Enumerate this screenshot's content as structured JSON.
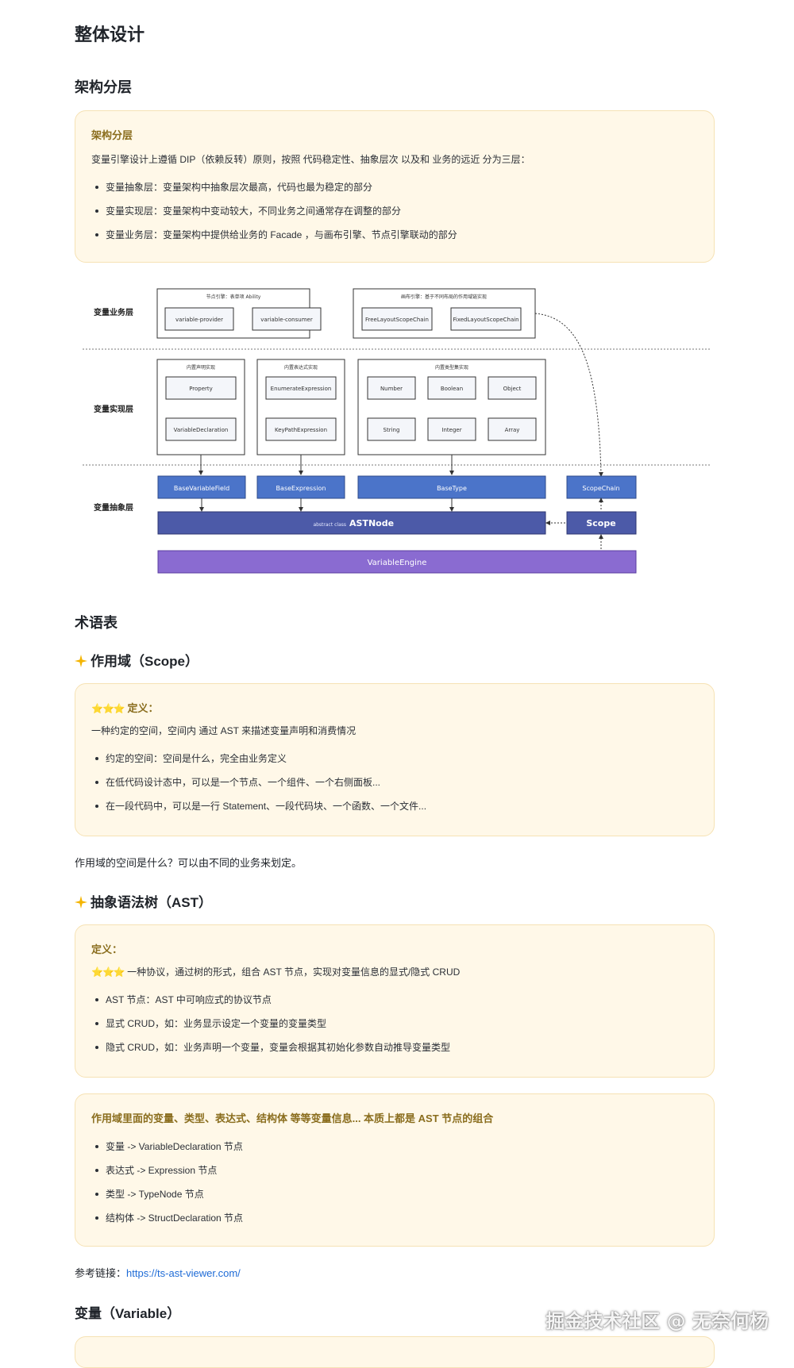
{
  "title": "整体设计",
  "arch": {
    "heading": "架构分层",
    "callout_title": "架构分层",
    "intro": "变量引擎设计上遵循 DIP（依赖反转）原则，按照 代码稳定性、抽象层次 以及和 业务的远近 分为三层：",
    "items": [
      "变量抽象层：变量架构中抽象层次最高，代码也最为稳定的部分",
      "变量实现层：变量架构中变动较大，不同业务之间通常存在调整的部分",
      "变量业务层：变量架构中提供给业务的 Facade ，与画布引擎、节点引擎联动的部分"
    ]
  },
  "diagram": {
    "layers": [
      "变量业务层",
      "变量实现层",
      "变量抽象层"
    ],
    "business": {
      "node_group_title": "节点引擎：表单项 Ability",
      "node_items": [
        "variable-provider",
        "variable-consumer"
      ],
      "canvas_group_title": "画布引擎：基于不同布局的作用域链实现",
      "canvas_items": [
        "FreeLayoutScopeChain",
        "FixedLayoutScopeChain"
      ]
    },
    "impl": {
      "decl_title": "内置声明实现",
      "decl_items": [
        "Property",
        "VariableDeclaration"
      ],
      "expr_title": "内置表达式实现",
      "expr_items": [
        "EnumerateExpression",
        "KeyPathExpression"
      ],
      "type_title": "内置类型集实现",
      "type_items": [
        "Number",
        "Boolean",
        "Object",
        "String",
        "Integer",
        "Array"
      ]
    },
    "abstract": {
      "bases": [
        "BaseVariableField",
        "BaseExpression",
        "BaseType",
        "ScopeChain"
      ],
      "astnode_prefix": "abstract class",
      "astnode": "ASTNode",
      "scope": "Scope",
      "engine": "VariableEngine"
    },
    "colors": {
      "base_blue": "#4b74c9",
      "astnode": "#4c5aa8",
      "engine": "#8a6bd1"
    }
  },
  "glossary": {
    "heading": "术语表",
    "scope": {
      "heading": "作用域（Scope）",
      "callout_title": "定义：",
      "stars": "⭐⭐⭐",
      "intro": "一种约定的空间，空间内 通过 AST 来描述变量声明和消费情况",
      "items": [
        "约定的空间：空间是什么，完全由业务定义",
        "在低代码设计态中，可以是一个节点、一个组件、一个右侧面板...",
        "在一段代码中，可以是一行 Statement、一段代码块、一个函数、一个文件..."
      ],
      "after": "作用域的空间是什么？可以由不同的业务来划定。"
    },
    "ast": {
      "heading": "抽象语法树（AST）",
      "callout_title": "定义：",
      "stars": "⭐⭐⭐",
      "intro": "一种协议，通过树的形式，组合 AST 节点，实现对变量信息的显式/隐式 CRUD",
      "items": [
        "AST 节点：AST 中可响应式的协议节点",
        "显式 CRUD，如：业务显示设定一个变量的变量类型",
        "隐式 CRUD，如：业务声明一个变量，变量会根据其初始化参数自动推导变量类型"
      ],
      "callout2_title": "作用域里面的变量、类型、表达式、结构体 等等变量信息... 本质上都是 AST 节点的组合",
      "items2": [
        "变量 -> VariableDeclaration 节点",
        "表达式 -> Expression 节点",
        "类型 -> TypeNode 节点",
        "结构体 -> StructDeclaration 节点"
      ],
      "ref_label": "参考链接：",
      "ref_url": "https://ts-ast-viewer.com/"
    },
    "variable": {
      "heading": "变量（Variable）"
    }
  },
  "watermark": "掘金技术社区 @ 无奈何杨"
}
